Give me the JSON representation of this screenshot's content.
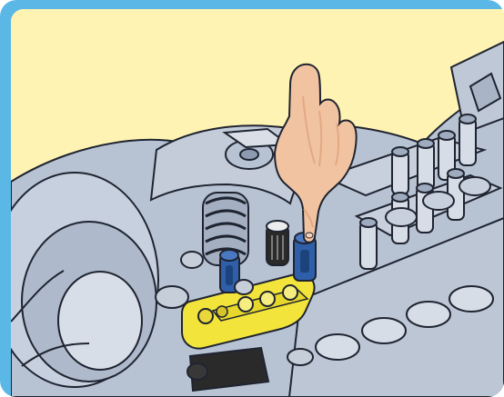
{
  "colors": {
    "frame_blue": "#5bb8e6",
    "background_yellow": "#fff3b3",
    "gray_parts": "#b7c2d3",
    "gray_shadow": "#8e9aaf",
    "outline": "#1f2430",
    "yellow_beam": "#f2e43a",
    "blue_pin": "#2e5fa8",
    "skin": "#f1c3a1",
    "skin_shadow": "#e2a983",
    "black_part": "#262626"
  },
  "icons": {
    "hand": "pointing-finger",
    "yellow_beam": "technic-beam",
    "blue_pins": "technic-connector-pins"
  },
  "scene": {
    "label": ""
  }
}
